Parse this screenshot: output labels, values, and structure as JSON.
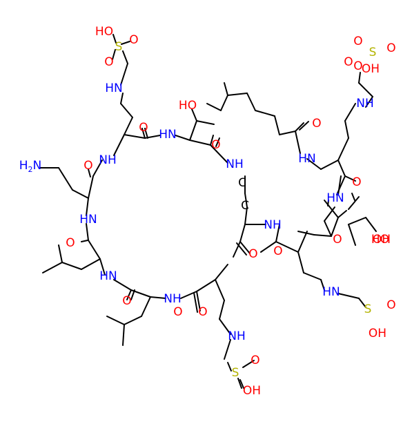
{
  "molecule": {
    "colors": {
      "N": "#0000ff",
      "O": "#ff0000",
      "S": "#b3b300",
      "C": "#000000",
      "bond": "#000000"
    },
    "atoms": [
      {
        "t": "HO",
        "e": "O"
      },
      {
        "t": "S",
        "e": "S"
      },
      {
        "t": "O",
        "e": "O"
      },
      {
        "t": "O",
        "e": "O"
      },
      {
        "t": "HN",
        "e": "N"
      },
      {
        "t": "HO",
        "e": "O"
      },
      {
        "t": "O",
        "e": "O"
      },
      {
        "t": "HN",
        "e": "N"
      },
      {
        "t": "H2N",
        "e": "N",
        "sub": "2"
      },
      {
        "t": "O",
        "e": "O"
      },
      {
        "t": "NH",
        "e": "N"
      },
      {
        "t": "O",
        "e": "O"
      },
      {
        "t": "NH",
        "e": "N"
      },
      {
        "t": "HN",
        "e": "N"
      },
      {
        "t": "O",
        "e": "O"
      },
      {
        "t": "HN",
        "e": "N"
      },
      {
        "t": "NH",
        "e": "N"
      },
      {
        "t": "O",
        "e": "O"
      },
      {
        "t": "O",
        "e": "O"
      },
      {
        "t": "HN",
        "e": "N"
      },
      {
        "t": "NH",
        "e": "N"
      },
      {
        "t": "O",
        "e": "O"
      },
      {
        "t": "HN",
        "e": "N"
      },
      {
        "t": "O",
        "e": "O"
      },
      {
        "t": "O",
        "e": "O"
      },
      {
        "t": "HO",
        "e": "O"
      },
      {
        "t": "HN",
        "e": "N"
      },
      {
        "t": "O",
        "e": "O"
      },
      {
        "t": "S",
        "e": "S"
      },
      {
        "t": "O",
        "e": "O"
      },
      {
        "t": "OH",
        "e": "O"
      },
      {
        "t": "NH",
        "e": "N"
      },
      {
        "t": "O",
        "e": "O"
      },
      {
        "t": "S",
        "e": "S"
      },
      {
        "t": "O",
        "e": "O"
      },
      {
        "t": "OH",
        "e": "O"
      },
      {
        "t": "S",
        "e": "S"
      },
      {
        "t": "O",
        "e": "O"
      },
      {
        "t": "O",
        "e": "O"
      },
      {
        "t": "OH",
        "e": "O"
      },
      {
        "t": "O",
        "e": "O"
      },
      {
        "t": "C",
        "e": "C"
      },
      {
        "t": "C",
        "e": "C"
      },
      {
        "t": "OH",
        "e": "O"
      },
      {
        "t": "NH",
        "e": "N"
      },
      {
        "t": "O",
        "e": "O"
      },
      {
        "t": "O",
        "e": "O"
      }
    ]
  }
}
